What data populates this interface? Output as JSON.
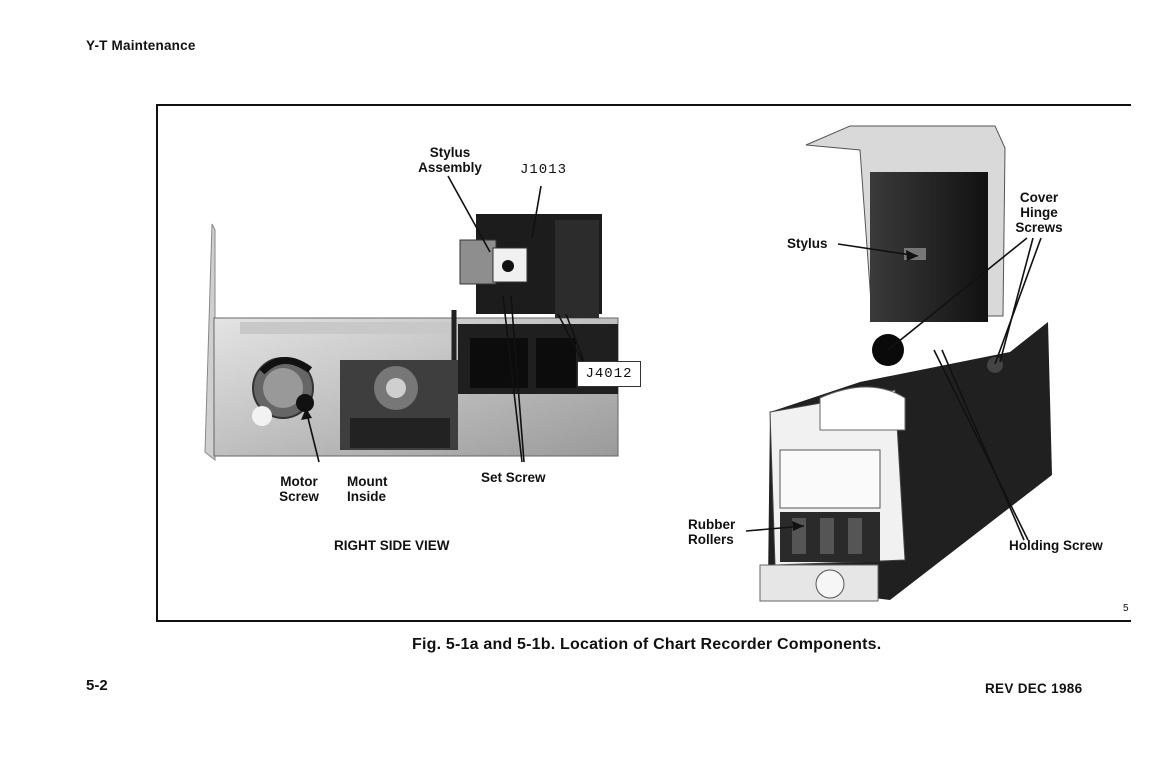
{
  "header": {
    "section": "Y-T Maintenance"
  },
  "figure_left": {
    "labels": {
      "stylus_assembly": [
        "Stylus",
        "Assembly"
      ],
      "j1013": "J1013",
      "j4012": "J4012",
      "motor_screw": [
        "Motor",
        "Screw"
      ],
      "mount_inside": [
        "Mount",
        "Inside"
      ],
      "set_screw": "Set Screw",
      "view": "RIGHT SIDE VIEW"
    }
  },
  "figure_right": {
    "labels": {
      "stylus": "Stylus",
      "cover_hinge_screws": [
        "Cover",
        "Hinge",
        "Screws"
      ],
      "rubber_rollers": [
        "Rubber",
        "Rollers"
      ],
      "holding_screw": "Holding Screw"
    }
  },
  "figure_number": "5",
  "caption": "Fig. 5-1a and 5-1b. Location of Chart Recorder Components.",
  "footer": {
    "page": "5-2",
    "revision": "REV DEC 1986"
  }
}
